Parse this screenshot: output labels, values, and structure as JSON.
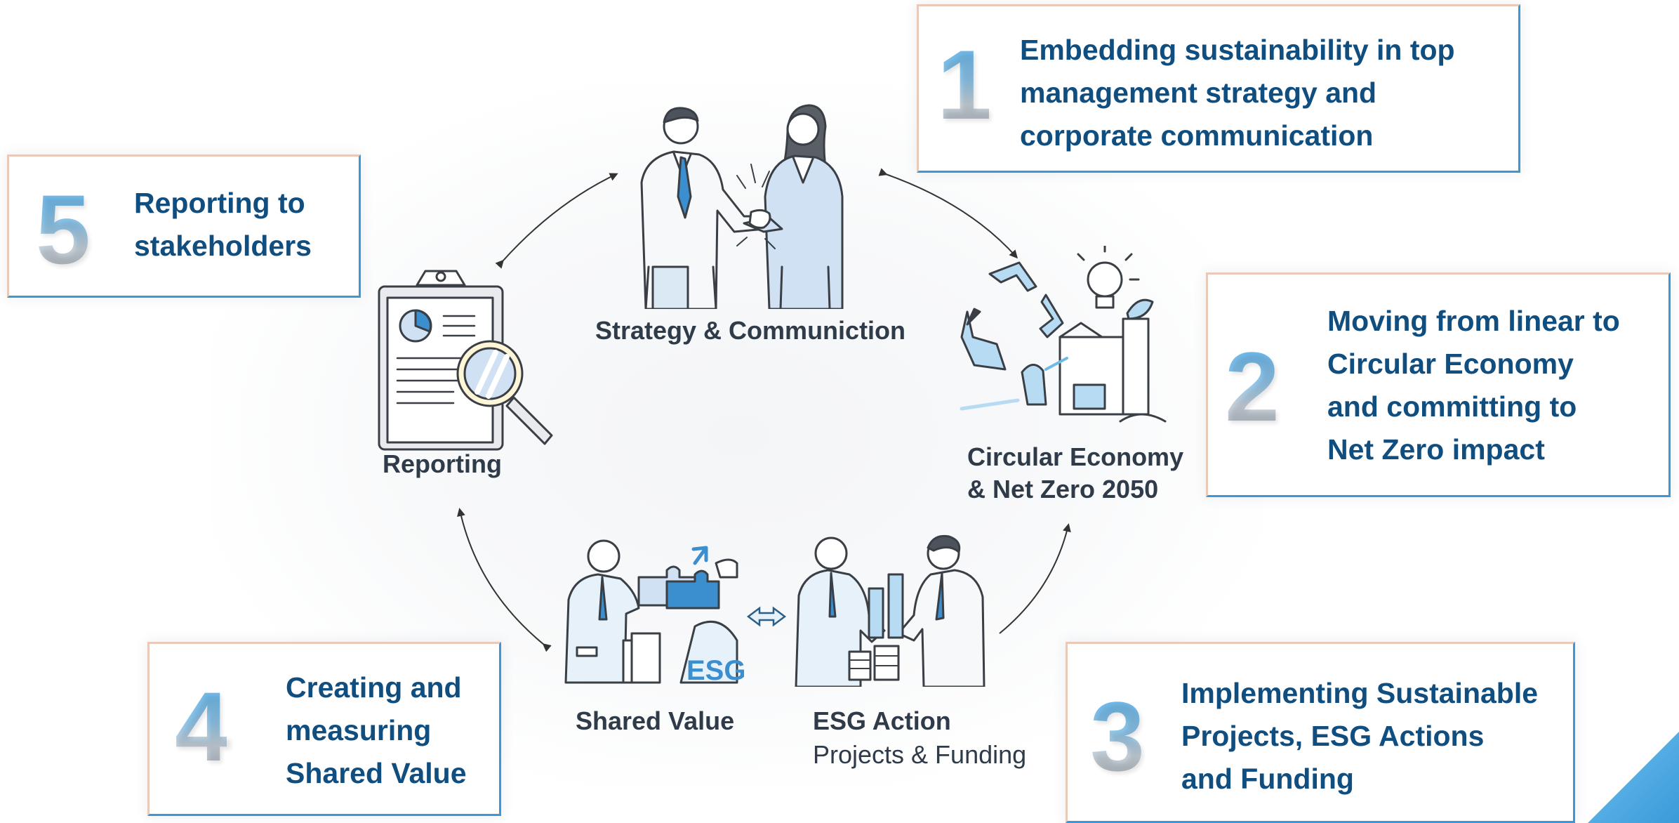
{
  "steps": [
    {
      "number": "1",
      "text": "Embedding sustainability in top\nmanagement strategy and\ncorporate communication"
    },
    {
      "number": "2",
      "text": "Moving from linear to\nCircular Economy\nand committing to\nNet Zero impact"
    },
    {
      "number": "3",
      "text": "Implementing Sustainable\nProjects, ESG Actions\nand Funding"
    },
    {
      "number": "4",
      "text": "Creating and\nmeasuring\nShared Value"
    },
    {
      "number": "5",
      "text": "Reporting to\nstakeholders"
    }
  ],
  "nodes": {
    "strategy": {
      "label": "Strategy & Communiction"
    },
    "circular": {
      "label_line1": "Circular Economy",
      "label_line2": "& Net Zero 2050"
    },
    "esg_action": {
      "label": "ESG Action",
      "sublabel": "Projects & Funding"
    },
    "shared_value": {
      "label": "Shared Value",
      "icon_text": "ESG"
    },
    "reporting": {
      "label": "Reporting"
    }
  },
  "colors": {
    "box_text": "#104e80",
    "box_border": "#3b97d6",
    "accent": "#4aa8e3",
    "label_text": "#2f3b48"
  },
  "icons": [
    "handshake-icon",
    "recycle-icon",
    "team-collaboration-icon",
    "puzzle-icon",
    "clipboard-magnifier-icon"
  ]
}
